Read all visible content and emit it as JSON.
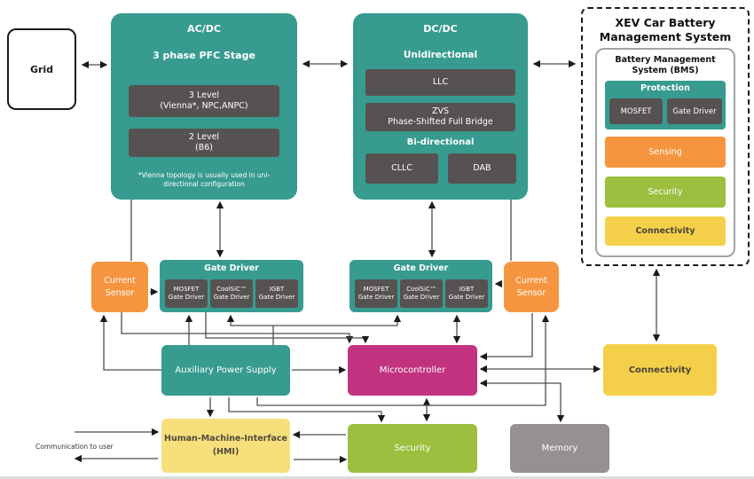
{
  "diagram": {
    "grid_label": "Grid",
    "acdc": {
      "title": "AC/DC",
      "subtitle": "3 phase PFC Stage",
      "level3_line1": "3 Level",
      "level3_line2": "(Vienna*, NPC,ANPC)",
      "level2_line1": "2 Level",
      "level2_line2": "(B6)",
      "footnote": "*Vienna topology is usually used in uni-directional configuration"
    },
    "dcdc": {
      "title": "DC/DC",
      "unidirectional_label": "Unidirectional",
      "llc": "LLC",
      "zvs_line1": "ZVS",
      "zvs_line2": "Phase-Shifted Full Bridge",
      "bidirectional_label": "Bi-directional",
      "cllc": "CLLC",
      "dab": "DAB"
    },
    "xev": {
      "title": "XEV Car Battery Management System",
      "bms": {
        "title": "Battery Management System (BMS)",
        "protection_title": "Protection",
        "mosfet": "MOSFET",
        "gate_driver": "Gate Driver",
        "sensing": "Sensing",
        "security": "Security",
        "connectivity": "Connectivity"
      }
    },
    "current_sensor": "Current Sensor",
    "gate_driver": {
      "title": "Gate Driver",
      "drivers": [
        {
          "line1": "MOSFET",
          "line2": "Gate Driver"
        },
        {
          "line1": "CoolSiC™",
          "line2": "Gate Driver"
        },
        {
          "line1": "IGBT",
          "line2": "Gate Driver"
        }
      ]
    },
    "aux_label": "Auxiliary Power Supply",
    "mcu_label": "Microcontroller",
    "connectivity_label": "Connectivity",
    "hmi_line1": "Human-Machine-Interface",
    "hmi_line2": "(HMI)",
    "security_label": "Security",
    "memory_label": "Memory",
    "comm_label": "Communication to user"
  },
  "colors": {
    "teal": "#379b8f",
    "dark_slate": "#565251",
    "orange": "#f6953f",
    "magenta": "#c2337f",
    "green": "#9cbf3f",
    "yellow": "#f4d04a",
    "light_yellow": "#f7df7c",
    "gray": "#959192",
    "arrow": "#4d4d4d"
  }
}
